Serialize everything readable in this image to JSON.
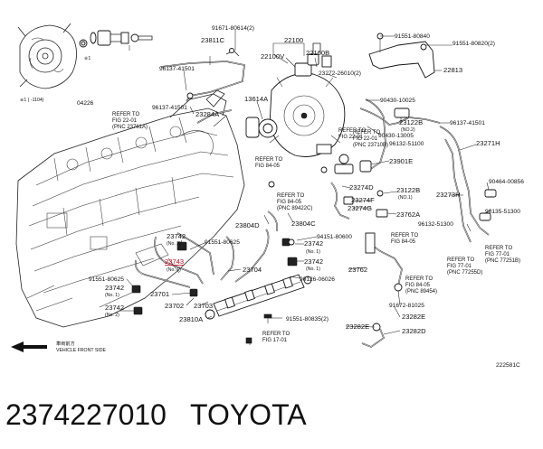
{
  "diagram": {
    "labels": {
      "p1": "91671-80614(2)",
      "p2": "23811C",
      "p3": "96137-41501",
      "p4": "96137-41501",
      "p5": "23284A",
      "p6": "22100",
      "p7": "22100V",
      "p8": "22160B",
      "p9": "23272-26010(2)",
      "p10": "91551-80840",
      "p11": "91551-80820(2)",
      "p12": "22813",
      "p13": "13614A",
      "p14": "90430-10025",
      "p15": "90430-13005",
      "p16": "96132-51100",
      "p17": "23122B",
      "p18": "(NO.2)",
      "p19": "96137-41501",
      "p20": "23271H",
      "p21": "23901E",
      "p22": "23274D",
      "p23": "23274F",
      "p24": "23274G",
      "p25": "23122B",
      "p26": "(NO.1)",
      "p27": "23762A",
      "p28": "23273H",
      "p29": "90464-00856",
      "p30": "96135-51300",
      "p31": "96132-51300",
      "p32": "23804D",
      "p33": "23804C",
      "p34": "94151-80600",
      "p35": "23742",
      "p36": "(No. 1)",
      "p37": "23742",
      "p38": "(No. 1)",
      "p39": "23762",
      "p40": "90126-06026",
      "p41": "23743",
      "p42": "(No. 1)",
      "p43": "91551-80625",
      "p44": "23742",
      "p45": "(No. 2)",
      "p46": "23704",
      "p47": "91551-80625",
      "p48": "23742",
      "p49": "(No. 1)",
      "p50": "23701",
      "p51": "23702",
      "p52": "23703",
      "p53": "23742",
      "p54": "(No. 2)",
      "p55": "23810A",
      "p56": "91551-80835(2)",
      "p57": "91672-81025",
      "p58": "23282E",
      "p59": "23282E",
      "p60": "23282D",
      "p61": "04226",
      "p62": "※1 (  -1104)",
      "p63": "※1"
    },
    "refs": {
      "r1": [
        "REFER TO",
        "FIG 22-01",
        "(PNC 23761A)"
      ],
      "r2": [
        "REFER TO",
        "FIG 22-01",
        "(PNC 23710B)"
      ],
      "r3": [
        "REFER TO",
        "FIG 22-01"
      ],
      "r4": [
        "REFER TO",
        "FIG 84-05"
      ],
      "r5": [
        "REFER TO",
        "FIG 84-05",
        "(PNC 89422C)"
      ],
      "r6": [
        "REFER TO",
        "FIG 84-05"
      ],
      "r7": [
        "REFER TO",
        "FIG 77-01",
        "(PNC 77255D)"
      ],
      "r8": [
        "REFER TO",
        "FIG 77-01",
        "(PNC 77251B)"
      ],
      "r9": [
        "REFER TO",
        "FIG 84-05",
        "(PNC 89454)"
      ],
      "r10": [
        "REFER TO",
        "FIG 17-01"
      ]
    },
    "vehicle_front_jp": "車両前方",
    "vehicle_front_en": "VEHICLE FRONT SIDE",
    "figure_code": "222581C"
  },
  "caption": {
    "part_number": "2374227010",
    "brand": "TOYOTA"
  },
  "colors": {
    "highlight": "#d0021b",
    "ink": "#111111"
  }
}
